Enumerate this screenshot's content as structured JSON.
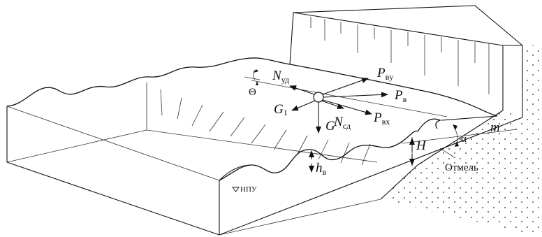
{
  "labels": {
    "n_ud": {
      "main": "N",
      "sub": "уд"
    },
    "p_vy": {
      "main": "P",
      "sub": "вy"
    },
    "p_v": {
      "main": "P",
      "sub": "в"
    },
    "theta": "Θ",
    "g1": {
      "main": "G",
      "sub": "1"
    },
    "n_sd": {
      "main": "N",
      "sub": "сд"
    },
    "p_vx": {
      "main": "P",
      "sub": "вx"
    },
    "g": "G",
    "m": "m",
    "alpha": "α",
    "h_big": "H",
    "h_v": {
      "main": "h",
      "sub": "в"
    },
    "npu": "НПУ",
    "otmel": "Отмель"
  }
}
